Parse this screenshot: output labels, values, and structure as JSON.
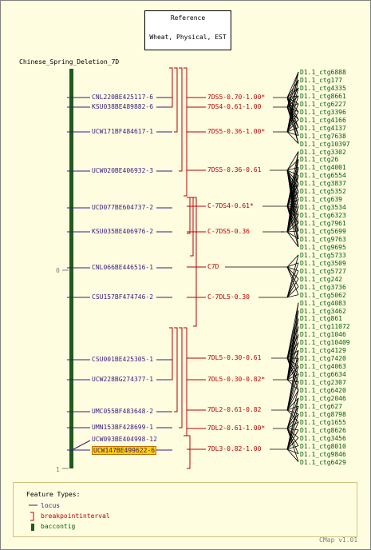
{
  "reference": {
    "title": "Reference",
    "subtitle": "Wheat, Physical, EST"
  },
  "map": {
    "name": "Chinese_Spring_Deletion_7D",
    "scale_top": "0",
    "scale_bottom": "1"
  },
  "loci": [
    "CNL220BE425117-6",
    "KSU038BE489882-6",
    "UCW171BF484617-1",
    "UCW020BE406932-3",
    "UCD077BE604737-2",
    "KSU035BE406976-2",
    "CNL066BE446516-1",
    "CSU157BF474746-2",
    "CSU001BE425305-1",
    "UCW228BG274377-1",
    "UMC055BF483648-2",
    "UMN153BF428699-1",
    "UCW093BE404998-12",
    "UCW147BE499622-6"
  ],
  "intervals": [
    "7DS5-0.70-1.00*",
    "7DS4-0.61-1.00",
    "7DS5-0.36-1.00*",
    "7DS5-0.36-0.61",
    "C-7DS4-0.61*",
    "C-7DS5-0.36",
    "C7D",
    "C-7DL5-0.30",
    "7DL5-0.30-0.61",
    "7DL5-0.30-0.82*",
    "7DL2-0.61-0.82",
    "7DL2-0.61-1.00*",
    "7DL3-0.82-1.00"
  ],
  "contigs": [
    "D1.1_ctg6888",
    "D1.1_ctg177",
    "D1.1_ctg4335",
    "D1.1_ctg8661",
    "D1.1_ctg6227",
    "D1.1_ctg3396",
    "D1.1_ctg4166",
    "D1.1_ctg4137",
    "D1.1_ctg7638",
    "D1.1_ctg10397",
    "D1.1_ctg3302",
    "D1.1_ctg26",
    "D1.1_ctg4001",
    "D1.1_ctg6554",
    "D1.1_ctg3837",
    "D1.1_ctg5352",
    "D1.1_ctg639",
    "D1.1_ctg3534",
    "D1.1_ctg6323",
    "D1.1_ctg7961",
    "D1.1_ctg5699",
    "D1.1_ctg9763",
    "D1.1_ctg9695",
    "D1.1_ctg5733",
    "D1.1_ctg3509",
    "D1.1_ctg5727",
    "D1.1_ctg242",
    "D1.1_ctg3736",
    "D1.1_ctg5062",
    "D1.1_ctg4083",
    "D1.1_ctg3462",
    "D1.1_ctg861",
    "D1.1_ctg11072",
    "D1.1_ctg1046",
    "D1.1_ctg10409",
    "D1.1_ctg4129",
    "D1.1_ctg7420",
    "D1.1_ctg4063",
    "D1.1_ctg6634",
    "D1.1_ctg2307",
    "D1.1_ctg6420",
    "D1.1_ctg2046",
    "D1.1_ctg627",
    "D1.1_ctg8798",
    "D1.1_ctg1655",
    "D1.1_ctg8626",
    "D1.1_ctg3456",
    "D1.1_ctg8010",
    "D1.1_ctg9846",
    "D1.1_ctg6429"
  ],
  "legend": {
    "title": "Feature Types:",
    "items": [
      "locus",
      "breakpointinterval",
      "baccontig"
    ]
  },
  "footer": "CMap v1.01",
  "colors": {
    "locus": "#3a1a80",
    "interval": "#b80000",
    "contig": "#006000",
    "highlight": "#ffd000"
  }
}
